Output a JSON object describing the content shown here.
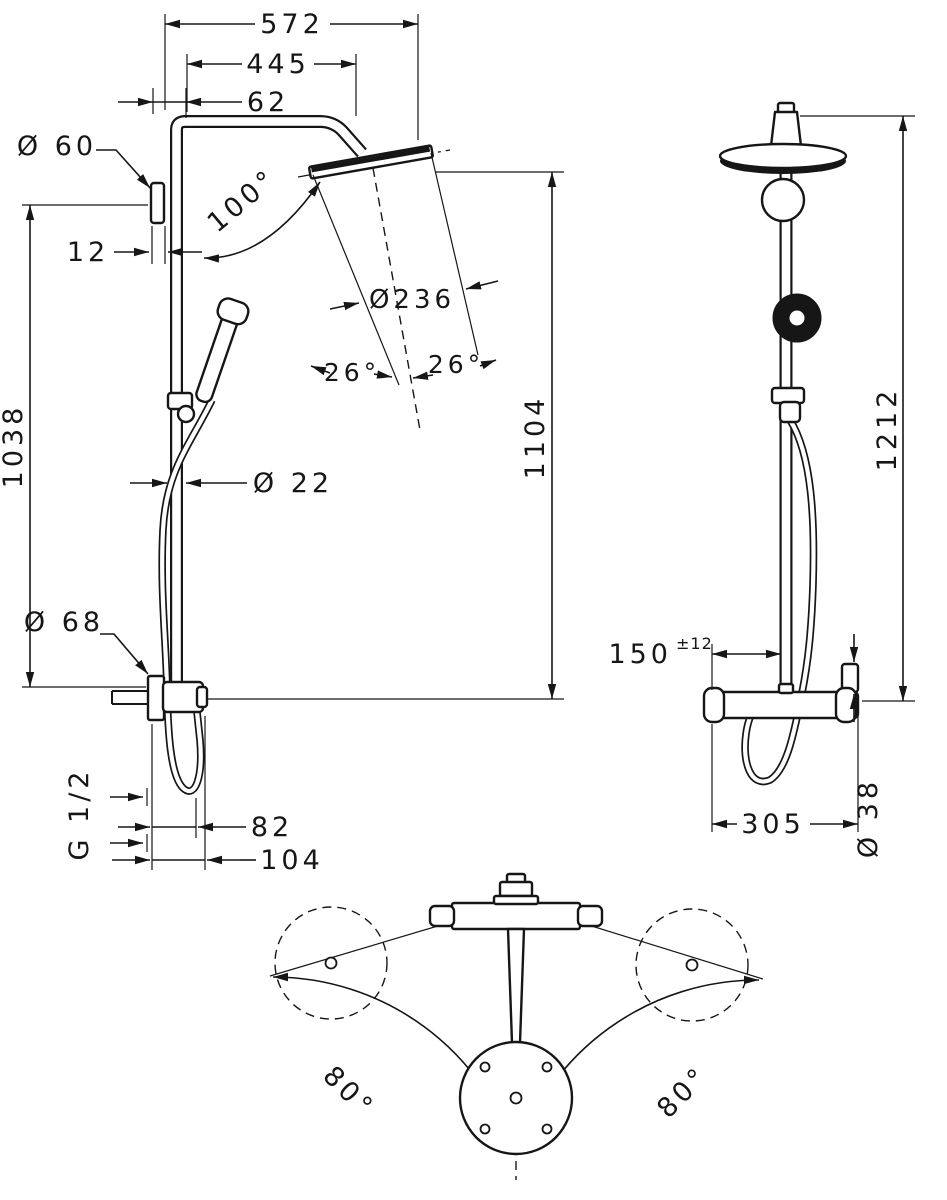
{
  "drawing": {
    "background": "#ffffff",
    "line_color": "#161616",
    "kind": "shower-system-dimension-drawing"
  },
  "front_view": {
    "dims": {
      "width_overall": "572",
      "width_head": "445",
      "wall_offset": "62",
      "bracket_dia": "Ø 60",
      "bracket_depth": "12",
      "head_angle": "100°",
      "spray_dia": "Ø236",
      "spray_angle_left": "26°",
      "spray_angle_right": "26°",
      "height_bracket": "1038",
      "pipe_dia": "Ø 22",
      "height_head": "1104",
      "valve_dia": "Ø 68",
      "thread": "G 1/2",
      "offset_hose": "82",
      "offset_valve": "104"
    }
  },
  "side_view": {
    "dims": {
      "height_overall": "1212",
      "supply_offset": "150",
      "supply_tolerance": "±12",
      "valve_width": "305",
      "escutcheon_dia": "Ø 38"
    }
  },
  "top_view": {
    "dims": {
      "swivel_left": "80°",
      "swivel_right": "80°"
    }
  }
}
